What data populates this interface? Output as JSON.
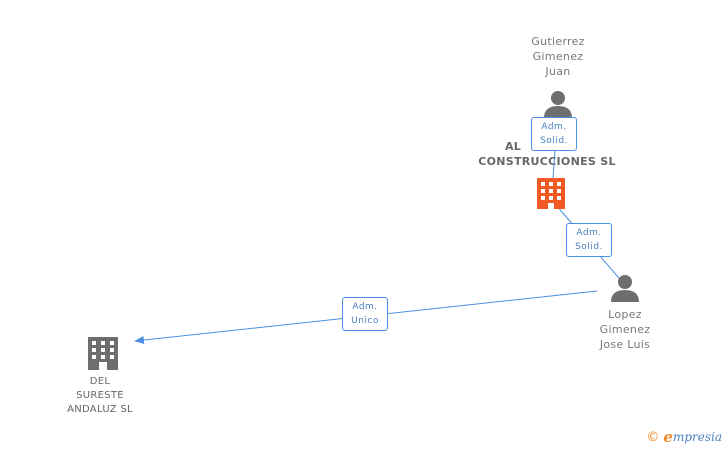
{
  "people": {
    "gutierrez": {
      "name_lines": [
        "Gutierrez",
        "Gimenez",
        "Juan"
      ]
    },
    "lopez": {
      "name_lines": [
        "Lopez",
        "Gimenez",
        "Jose Luis"
      ]
    }
  },
  "companies": {
    "alc": {
      "name_lines": [
        "AL",
        "CONSTRUCCIONES SL"
      ]
    },
    "sureste": {
      "name_lines": [
        "DEL",
        "SURESTE",
        "ANDALUZ SL"
      ]
    }
  },
  "relations": {
    "gutierrez_alc": {
      "line1": "Adm.",
      "line2": "Solid."
    },
    "lopez_alc": {
      "line1": "Adm.",
      "line2": "Solid."
    },
    "lopez_sureste": {
      "line1": "Adm.",
      "line2": "Unico"
    }
  },
  "colors": {
    "person": "#6e6e6e",
    "company_main": "#f15a24",
    "company_other": "#6e6e6e",
    "edge": "#4a90e2"
  },
  "footer": {
    "copyright": "©",
    "brand_initial": "e",
    "brand_rest": "mpresia"
  }
}
